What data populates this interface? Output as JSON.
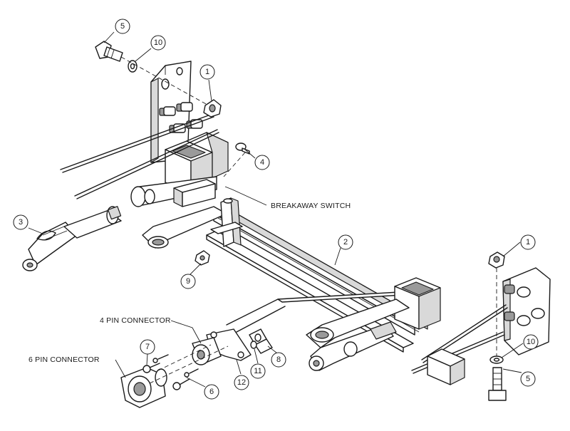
{
  "callouts": [
    {
      "id": "callout-5-top",
      "num": "5"
    },
    {
      "id": "callout-10-top",
      "num": "10"
    },
    {
      "id": "callout-1-top",
      "num": "1"
    },
    {
      "id": "callout-4",
      "num": "4"
    },
    {
      "id": "callout-3",
      "num": "3"
    },
    {
      "id": "callout-2",
      "num": "2"
    },
    {
      "id": "callout-1-right",
      "num": "1"
    },
    {
      "id": "callout-9",
      "num": "9"
    },
    {
      "id": "callout-7",
      "num": "7"
    },
    {
      "id": "callout-6",
      "num": "6"
    },
    {
      "id": "callout-12",
      "num": "12"
    },
    {
      "id": "callout-11",
      "num": "11"
    },
    {
      "id": "callout-8",
      "num": "8"
    },
    {
      "id": "callout-10-bottom",
      "num": "10"
    },
    {
      "id": "callout-5-bottom",
      "num": "5"
    }
  ],
  "labels": {
    "breakaway_switch": "BREAKAWAY SWITCH",
    "four_pin": "4 PIN CONNECTOR",
    "six_pin": "6 PIN CONNECTOR"
  }
}
